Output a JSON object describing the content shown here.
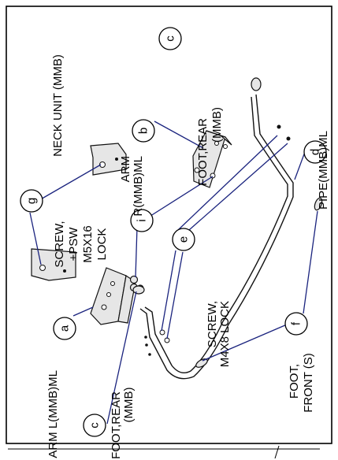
{
  "parts": {
    "a": {
      "letter": "a",
      "name": "ARM L(MMB)ML"
    },
    "b": {
      "letter": "b",
      "line1": "ARM",
      "line2": "R(MMB)ML"
    },
    "c_top": {
      "letter": "c",
      "line1": "FOOT,REAR",
      "line2": "(MMB)"
    },
    "c_bottom": {
      "letter": "c",
      "line1": "FOOT,REAR",
      "line2": "(MMB)"
    },
    "d": {
      "letter": "d",
      "name": "PIPE(MMB)ML"
    },
    "e": {
      "letter": "e",
      "line1": "SCREW,",
      "line2": "M4X8 LOCK"
    },
    "f": {
      "letter": "f",
      "line1": "FOOT,",
      "line2": "FRONT (S)"
    },
    "g": {
      "letter": "g",
      "name": "NECK UNIT (MMB)"
    },
    "i": {
      "letter": "i",
      "line1": "SCREW,",
      "line2": "+PSW",
      "line3": "M5X16",
      "line4": "LOCK"
    }
  },
  "colors": {
    "leader": "#1a237e",
    "line": "#111111"
  }
}
